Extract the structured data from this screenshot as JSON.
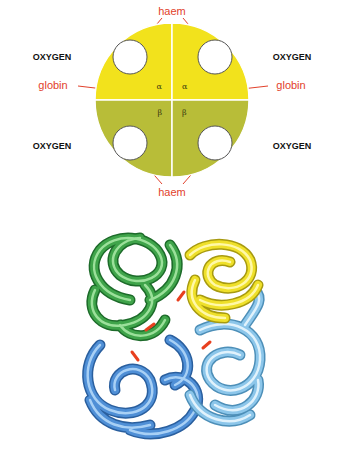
{
  "diagram": {
    "nodes": [
      {
        "text": [
          "α"
        ]
      },
      {
        "text": [
          "α"
        ]
      },
      {
        "text": [
          "β"
        ]
      },
      {
        "text": [
          "β"
        ]
      }
    ],
    "labels": [
      "haem",
      "OXYGEN",
      "OXYGEN",
      "globin",
      "globin",
      "OXYGEN",
      "OXYGEN",
      "haem"
    ]
  }
}
